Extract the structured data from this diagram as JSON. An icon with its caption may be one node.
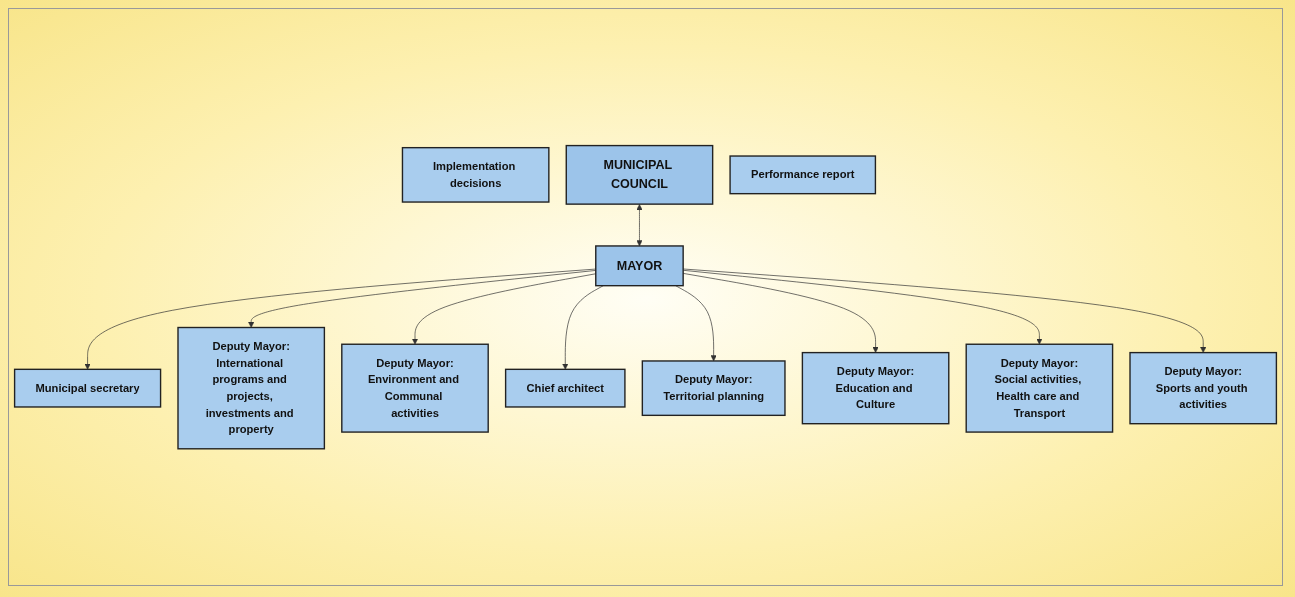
{
  "diagram": {
    "nodes": [
      {
        "text": [
          "Implementation decisions"
        ]
      },
      {
        "text": [
          "MUNICIPAL COUNCIL"
        ]
      },
      {
        "text": [
          "MAYOR"
        ]
      },
      {
        "text": [
          "Performance report"
        ]
      },
      {
        "text": [
          "Municipal secretary"
        ]
      },
      {
        "text": [
          "Deputy Mayor:",
          "International programs and projects, investments and property"
        ]
      },
      {
        "text": [
          "Deputy Mayor:",
          "Environment and Communal activities"
        ]
      },
      {
        "text": [
          "Chief architect"
        ]
      },
      {
        "text": [
          "Deputy Mayor:",
          "Territorial planning"
        ]
      },
      {
        "text": [
          "Deputy Mayor:",
          "Education and Culture"
        ]
      },
      {
        "text": [
          "Deputy Mayor:",
          "Social activities, Health care and Transport"
        ]
      },
      {
        "text": [
          "Deputy Mayor:",
          "Sports and youth activities"
        ]
      }
    ],
    "edges": [
      {
        "from": 1,
        "to": 2,
        "arrow": "both"
      },
      {
        "from": 2,
        "to": 4,
        "arrow": "to"
      },
      {
        "from": 2,
        "to": 5,
        "arrow": "to"
      },
      {
        "from": 2,
        "to": 6,
        "arrow": "to"
      },
      {
        "from": 2,
        "to": 7,
        "arrow": "to"
      },
      {
        "from": 2,
        "to": 8,
        "arrow": "to"
      },
      {
        "from": 2,
        "to": 9,
        "arrow": "to"
      },
      {
        "from": 2,
        "to": 10,
        "arrow": "to"
      },
      {
        "from": 2,
        "to": 11,
        "arrow": "to"
      }
    ]
  }
}
